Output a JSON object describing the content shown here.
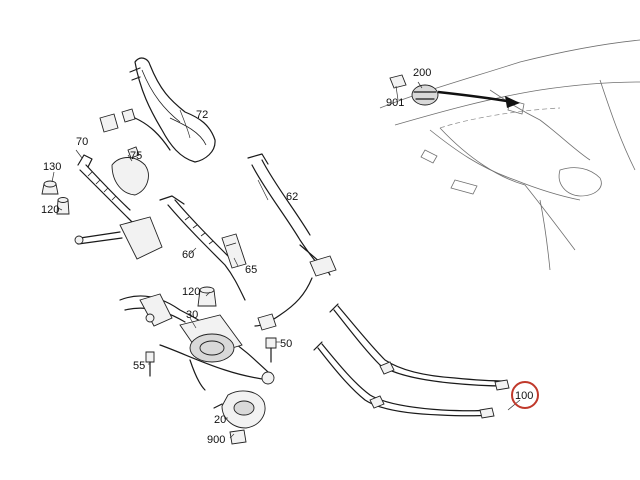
{
  "callouts": {
    "c200": "200",
    "c901": "901",
    "c72": "72",
    "c70": "70",
    "c75": "75",
    "c130": "130",
    "c62": "62",
    "c120a": "120",
    "c60": "60",
    "c65": "65",
    "c120b": "120",
    "c30": "30",
    "c50": "50",
    "c55": "55",
    "c100": "100",
    "c20": "20",
    "c900": "900"
  },
  "colors": {
    "line": "#1a1a1a",
    "highlight_ring": "#c0392b",
    "car_outline": "#6f6f6f"
  },
  "highlighted_part": "100"
}
